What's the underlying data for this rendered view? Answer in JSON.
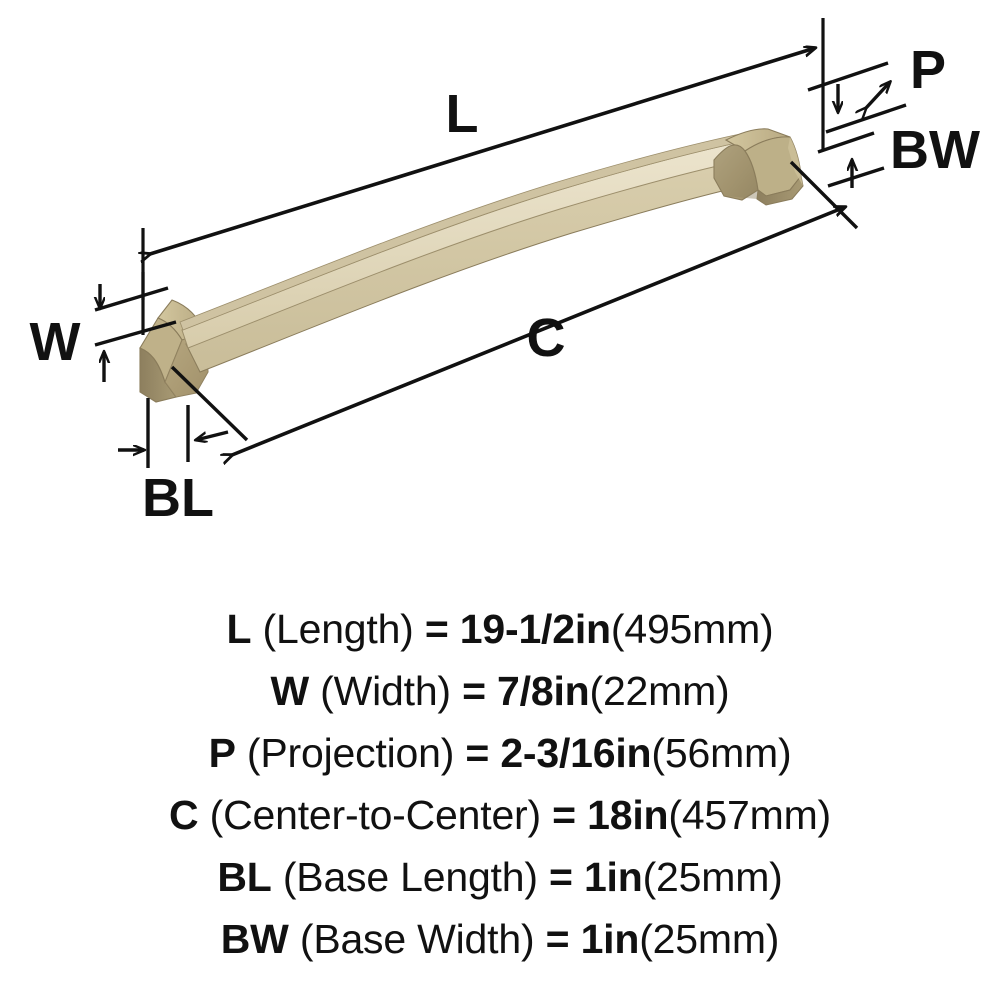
{
  "diagram": {
    "title": "Cabinet appliance pull dimension diagram",
    "product_finish_colors": {
      "bar_top_edge": "#cfc3a2",
      "bar_face": "#e3dabf",
      "bar_lower_bevel": "#d6caa8",
      "foot_light": "#c6b993",
      "foot_mid": "#b5a67e",
      "foot_shadow": "#8d7f5e",
      "outline": "#8a7c5b"
    },
    "line_color": "#111111",
    "labels": {
      "length": "L",
      "width": "W",
      "projection": "P",
      "center_to_center": "C",
      "base_length": "BL",
      "base_width": "BW"
    }
  },
  "specs": [
    {
      "code": "L",
      "name": "(Length)",
      "equals": "=",
      "imperial": "19-1/2in",
      "metric": "(495mm)"
    },
    {
      "code": "W",
      "name": "(Width)",
      "equals": "=",
      "imperial": "7/8in",
      "metric": "(22mm)"
    },
    {
      "code": "P",
      "name": "(Projection)",
      "equals": "=",
      "imperial": "2-3/16in",
      "metric": "(56mm)"
    },
    {
      "code": "C",
      "name": "(Center-to-Center)",
      "equals": "=",
      "imperial": "18in",
      "metric": "(457mm)"
    },
    {
      "code": "BL",
      "name": "(Base Length)",
      "equals": "=",
      "imperial": "1in",
      "metric": "(25mm)"
    },
    {
      "code": "BW",
      "name": "(Base Width)",
      "equals": "=",
      "imperial": "1in",
      "metric": "(25mm)"
    }
  ]
}
